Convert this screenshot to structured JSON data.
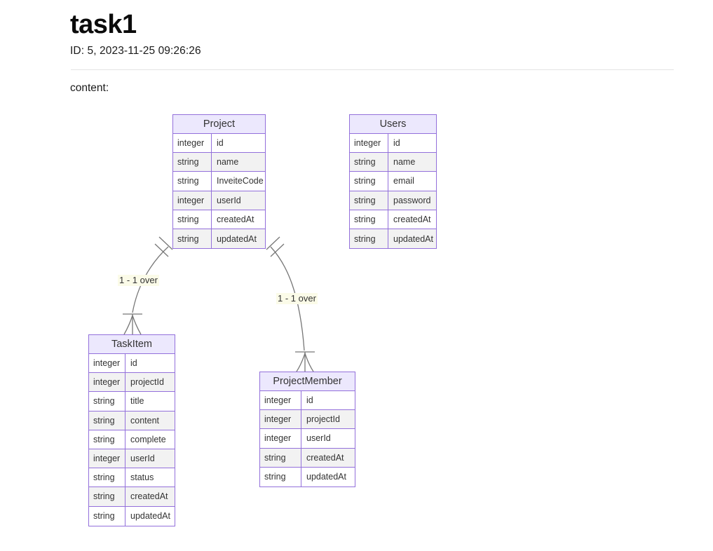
{
  "header": {
    "title": "task1",
    "subtitle": "ID: 5, 2023-11-25 09:26:26",
    "content_label": "content:"
  },
  "theme": {
    "entity_border": "#9370DB",
    "entity_header_bg": "#ECE8FD",
    "row_alt_bg": "#F2F2F2",
    "row_bg": "#FFFFFF",
    "text": "#333333",
    "relation_line": "#777777",
    "label_bg": "#FBFBE8",
    "page_bg": "#FFFFFF"
  },
  "diagram": {
    "type": "entity-relationship",
    "entities": [
      {
        "name": "Project",
        "attributes": [
          {
            "type": "integer",
            "name": "id"
          },
          {
            "type": "string",
            "name": "name"
          },
          {
            "type": "string",
            "name": "InveiteCode"
          },
          {
            "type": "integer",
            "name": "userId"
          },
          {
            "type": "string",
            "name": "createdAt"
          },
          {
            "type": "string",
            "name": "updatedAt"
          }
        ]
      },
      {
        "name": "Users",
        "attributes": [
          {
            "type": "integer",
            "name": "id"
          },
          {
            "type": "string",
            "name": "name"
          },
          {
            "type": "string",
            "name": "email"
          },
          {
            "type": "string",
            "name": "password"
          },
          {
            "type": "string",
            "name": "createdAt"
          },
          {
            "type": "string",
            "name": "updatedAt"
          }
        ]
      },
      {
        "name": "TaskItem",
        "attributes": [
          {
            "type": "integer",
            "name": "id"
          },
          {
            "type": "integer",
            "name": "projectId"
          },
          {
            "type": "string",
            "name": "title"
          },
          {
            "type": "string",
            "name": "content"
          },
          {
            "type": "string",
            "name": "complete"
          },
          {
            "type": "integer",
            "name": "userId"
          },
          {
            "type": "string",
            "name": "status"
          },
          {
            "type": "string",
            "name": "createdAt"
          },
          {
            "type": "string",
            "name": "updatedAt"
          }
        ]
      },
      {
        "name": "ProjectMember",
        "attributes": [
          {
            "type": "integer",
            "name": "id"
          },
          {
            "type": "integer",
            "name": "projectId"
          },
          {
            "type": "integer",
            "name": "userId"
          },
          {
            "type": "string",
            "name": "createdAt"
          },
          {
            "type": "string",
            "name": "updatedAt"
          }
        ]
      }
    ],
    "relationships": [
      {
        "from": "Project",
        "to": "TaskItem",
        "label": "1 - 1 over",
        "from_cardinality": "exactly-one",
        "to_cardinality": "one-or-many"
      },
      {
        "from": "Project",
        "to": "ProjectMember",
        "label": "1 - 1 over",
        "from_cardinality": "exactly-one",
        "to_cardinality": "one-or-many"
      }
    ]
  }
}
